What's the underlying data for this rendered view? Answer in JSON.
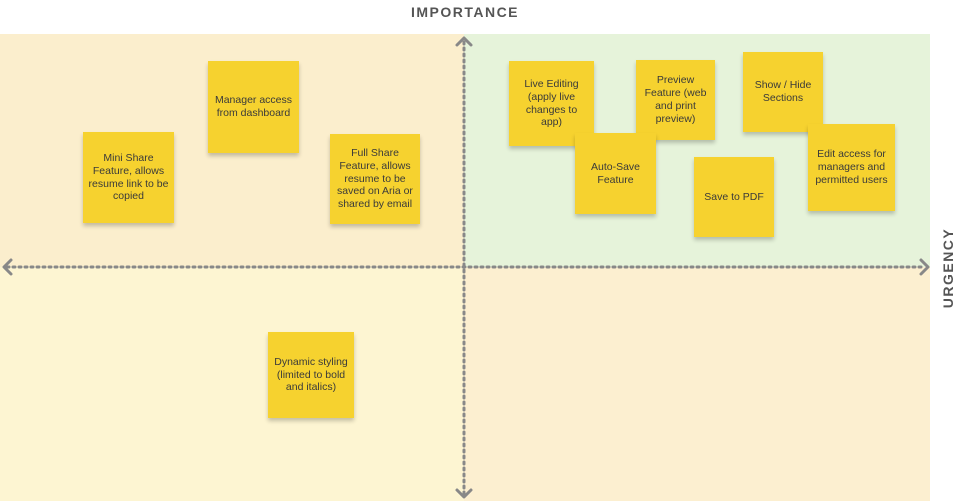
{
  "axes": {
    "top_label": "IMPORTANCE",
    "right_label": "URGENCY"
  },
  "quadrant_colors": {
    "top_left": "#fbeecd",
    "top_right": "#e6f3da",
    "bottom_left": "#fdf5d2",
    "bottom_right": "#fcefd0"
  },
  "colors": {
    "note": "#f6d22f",
    "axis": "#888888"
  },
  "notes": [
    {
      "id": "manager-access",
      "text": "Manager access from dashboard"
    },
    {
      "id": "mini-share",
      "text": "Mini Share Feature, allows resume link to be copied"
    },
    {
      "id": "full-share",
      "text": "Full Share Feature, allows resume to be saved on Aria or shared by email"
    },
    {
      "id": "live-editing",
      "text": "Live Editing (apply live changes to app)"
    },
    {
      "id": "preview-feature",
      "text": "Preview Feature (web and print preview)"
    },
    {
      "id": "show-hide-sections",
      "text": "Show / Hide Sections"
    },
    {
      "id": "auto-save",
      "text": "Auto-Save Feature"
    },
    {
      "id": "edit-access",
      "text": "Edit access for managers and permitted users"
    },
    {
      "id": "save-to-pdf",
      "text": "Save to PDF"
    },
    {
      "id": "dynamic-styling",
      "text": "Dynamic styling (limited to bold and italics)"
    }
  ]
}
